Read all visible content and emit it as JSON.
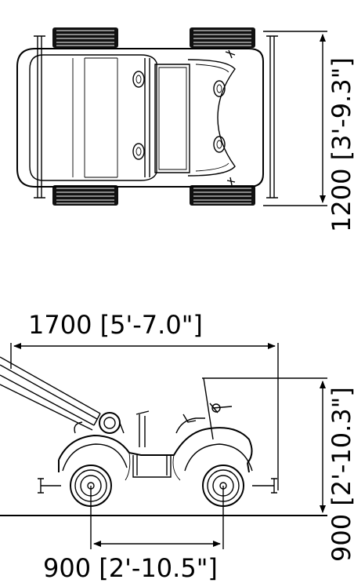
{
  "dimensions": {
    "plan_width": "1200 [3'-9.3\"]",
    "overall_length": "1700 [5'-7.0\"]",
    "overall_height": "900 [2'-10.3\"]",
    "wheelbase": "900 [2'-10.5\"]"
  },
  "colors": {
    "line": "#000000",
    "background": "#ffffff"
  }
}
